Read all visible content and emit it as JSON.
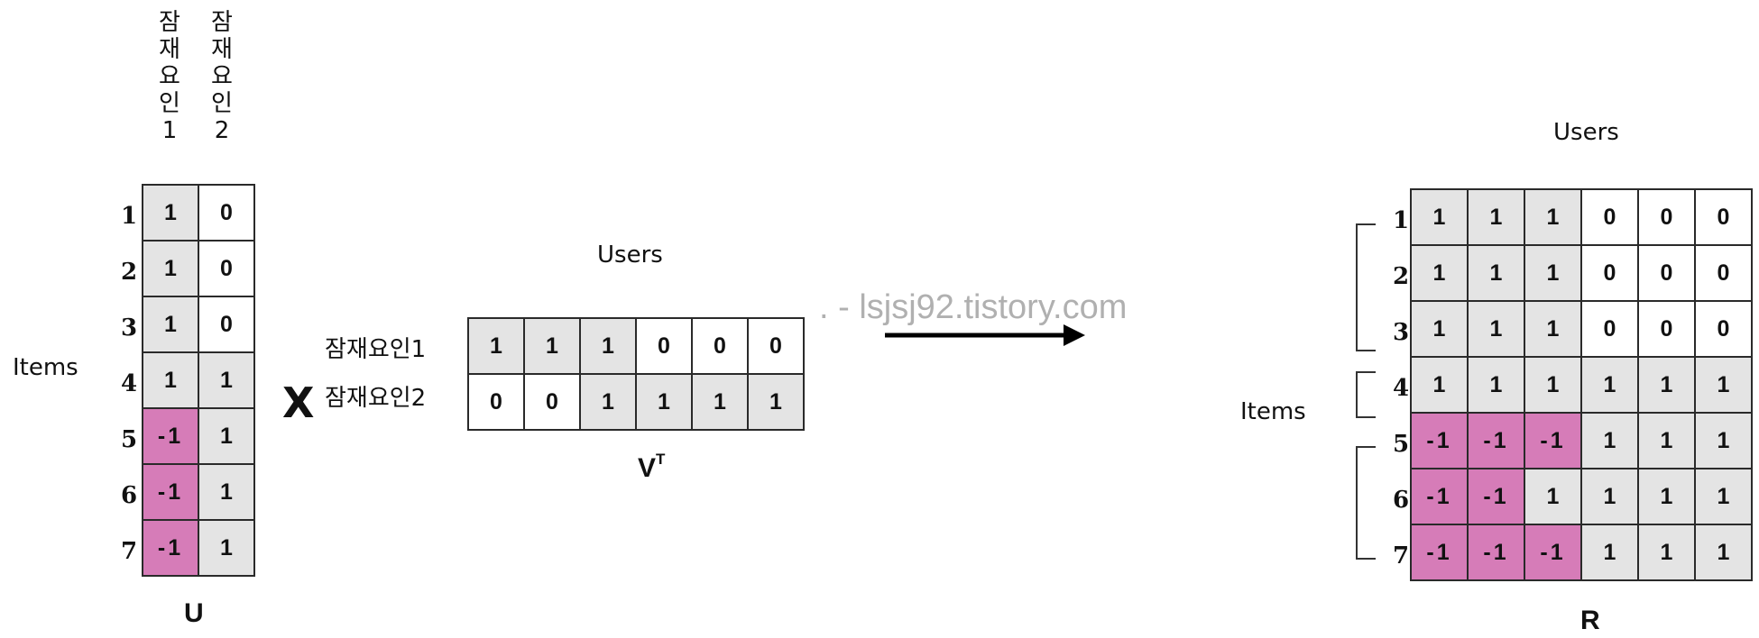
{
  "colors": {
    "shaded": "#e4e4e4",
    "white": "#ffffff",
    "negative": "#d67cb8",
    "border": "#2a2a2a"
  },
  "u": {
    "name": "U",
    "col_headers": [
      "잠재요인1",
      "잠재요인2"
    ],
    "row_labels": [
      "1",
      "2",
      "3",
      "4",
      "5",
      "6",
      "7"
    ],
    "values": [
      [
        "1",
        "0"
      ],
      [
        "1",
        "0"
      ],
      [
        "1",
        "0"
      ],
      [
        "1",
        "1"
      ],
      [
        "-1",
        "1"
      ],
      [
        "-1",
        "1"
      ],
      [
        "-1",
        "1"
      ]
    ]
  },
  "vt": {
    "name": "V",
    "name_sup": "T",
    "header": "Users",
    "row_labels": [
      "잠재요인1",
      "잠재요인2"
    ],
    "values": [
      [
        "1",
        "1",
        "1",
        "0",
        "0",
        "0"
      ],
      [
        "0",
        "0",
        "1",
        "1",
        "1",
        "1"
      ]
    ]
  },
  "r": {
    "name": "R",
    "header": "Users",
    "row_labels": [
      "1",
      "2",
      "3",
      "4",
      "5",
      "6",
      "7"
    ],
    "values": [
      [
        "1",
        "1",
        "1",
        "0",
        "0",
        "0"
      ],
      [
        "1",
        "1",
        "1",
        "0",
        "0",
        "0"
      ],
      [
        "1",
        "1",
        "1",
        "0",
        "0",
        "0"
      ],
      [
        "1",
        "1",
        "1",
        "1",
        "1",
        "1"
      ],
      [
        "-1",
        "-1",
        "-1",
        "1",
        "1",
        "1"
      ],
      [
        "-1",
        "-1",
        "1",
        "1",
        "1",
        "1"
      ],
      [
        "-1",
        "-1",
        "-1",
        "1",
        "1",
        "1"
      ]
    ]
  },
  "labels": {
    "items_left": "Items",
    "items_right": "Items",
    "multiply": "X",
    "watermark": ". - lsjsj92.tistory.com"
  }
}
